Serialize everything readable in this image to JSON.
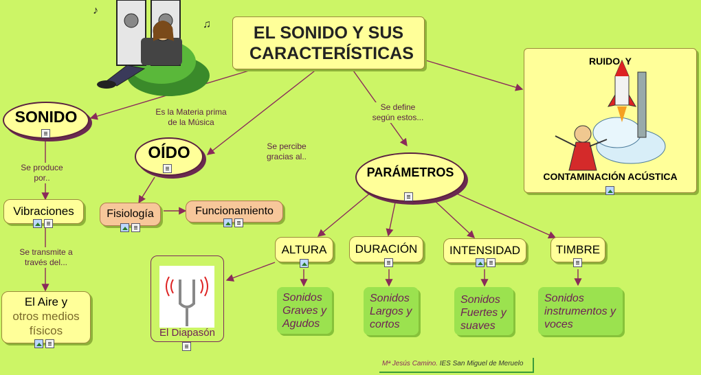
{
  "title": "EL SONIDO Y SUS CARACTERÍSTICAS",
  "nodes": {
    "sonido": "SONIDO",
    "oido": "OÍDO",
    "parametros": "PARÁMETROS",
    "ruido_top": "RUIDO  Y",
    "ruido_bottom": "CONTAMINACIÓN ACÚSTICA",
    "vibraciones": "Vibraciones",
    "aire_line1": "El Aire y",
    "aire_line2": "otros medios",
    "aire_line3": "físicos",
    "fisiologia": "Fisiología",
    "funcionamiento": "Funcionamiento",
    "diapason": "El Diapasón",
    "altura": "ALTURA",
    "duracion": "DURACIÓN",
    "intensidad": "INTENSIDAD",
    "timbre": "TIMBRE"
  },
  "leaves": {
    "altura": "Sonidos Graves y Agudos",
    "duracion": "Sonidos Largos y cortos",
    "intensidad": "Sonidos Fuertes y suaves",
    "timbre": "Sonidos instrumentos y voces"
  },
  "links": {
    "materia": "Es la Materia prima de la Música",
    "percibe": "Se percibe gracias al..",
    "define": "Se define según estos...",
    "produce": "Se produce por..",
    "transmite": "Se transmite a través del..."
  },
  "credit_author": "Mª Jesús Camino.",
  "credit_school": "IES San Miguel de Meruelo",
  "colors": {
    "background": "#ccf566",
    "node": "#ffff99",
    "link": "#8a2a5a",
    "leaf": "#9be24f"
  },
  "icons": [
    "document-icon",
    "image-icon",
    "music-listener-illustration",
    "rocket-illustration",
    "tuning-fork-illustration"
  ]
}
